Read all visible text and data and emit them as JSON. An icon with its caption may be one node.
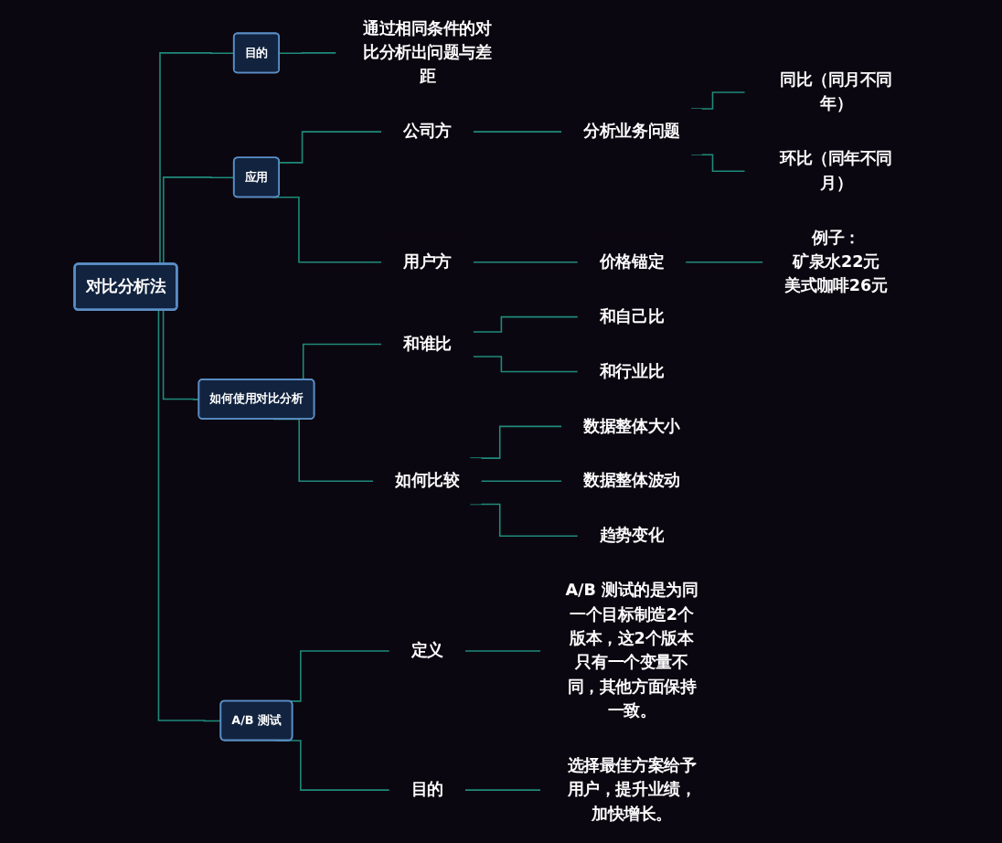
{
  "diagram": {
    "nodes": [
      {
        "text": [
          "对比分析法"
        ]
      },
      {
        "text": [
          "目的"
        ]
      },
      {
        "text": [
          "通过相同条件的对比分析出问题与差距"
        ]
      },
      {
        "text": [
          "应用"
        ]
      },
      {
        "text": [
          "公司方"
        ]
      },
      {
        "text": [
          "分析业务问题"
        ]
      },
      {
        "text": [
          "同比（同月不同年）"
        ]
      },
      {
        "text": [
          "环比（同年不同月）"
        ]
      },
      {
        "text": [
          "用户方"
        ]
      },
      {
        "text": [
          "价格锚定"
        ]
      },
      {
        "text": [
          "例子：",
          "矿泉水22元",
          "美式咖啡26元"
        ]
      },
      {
        "text": [
          "如何使用对比分析"
        ]
      },
      {
        "text": [
          "和谁比"
        ]
      },
      {
        "text": [
          "和自己比"
        ]
      },
      {
        "text": [
          "和行业比"
        ]
      },
      {
        "text": [
          "如何比较"
        ]
      },
      {
        "text": [
          "数据整体大小"
        ]
      },
      {
        "text": [
          "数据整体波动"
        ]
      },
      {
        "text": [
          "趋势变化"
        ]
      },
      {
        "text": [
          "A/B 测试"
        ]
      },
      {
        "text": [
          "定义"
        ]
      },
      {
        "text": [
          "A/B 测试的是为同一个目标制造2个版本，这2个版本只有一个变量不同，其他方面保持一致。"
        ]
      },
      {
        "text": [
          "目的"
        ]
      },
      {
        "text": [
          "选择最佳方案给予用户，提升业绩，加快增长。"
        ]
      }
    ],
    "edges": [
      {
        "from": 0,
        "to": 1,
        "arrow": "none"
      },
      {
        "from": 1,
        "to": 2,
        "arrow": "none"
      },
      {
        "from": 0,
        "to": 3,
        "arrow": "none"
      },
      {
        "from": 3,
        "to": 4,
        "arrow": "none"
      },
      {
        "from": 4,
        "to": 5,
        "arrow": "none"
      },
      {
        "from": 5,
        "to": 6,
        "arrow": "none"
      },
      {
        "from": 5,
        "to": 7,
        "arrow": "none"
      },
      {
        "from": 3,
        "to": 8,
        "arrow": "none"
      },
      {
        "from": 8,
        "to": 9,
        "arrow": "none"
      },
      {
        "from": 9,
        "to": 10,
        "arrow": "none"
      },
      {
        "from": 0,
        "to": 11,
        "arrow": "none"
      },
      {
        "from": 11,
        "to": 12,
        "arrow": "none"
      },
      {
        "from": 12,
        "to": 13,
        "arrow": "none"
      },
      {
        "from": 12,
        "to": 14,
        "arrow": "none"
      },
      {
        "from": 11,
        "to": 15,
        "arrow": "none"
      },
      {
        "from": 15,
        "to": 16,
        "arrow": "none"
      },
      {
        "from": 15,
        "to": 17,
        "arrow": "none"
      },
      {
        "from": 15,
        "to": 18,
        "arrow": "none"
      },
      {
        "from": 0,
        "to": 19,
        "arrow": "none"
      },
      {
        "from": 19,
        "to": 20,
        "arrow": "none"
      },
      {
        "from": 20,
        "to": 21,
        "arrow": "none"
      },
      {
        "from": 19,
        "to": 22,
        "arrow": "none"
      },
      {
        "from": 22,
        "to": 23,
        "arrow": "none"
      }
    ]
  }
}
